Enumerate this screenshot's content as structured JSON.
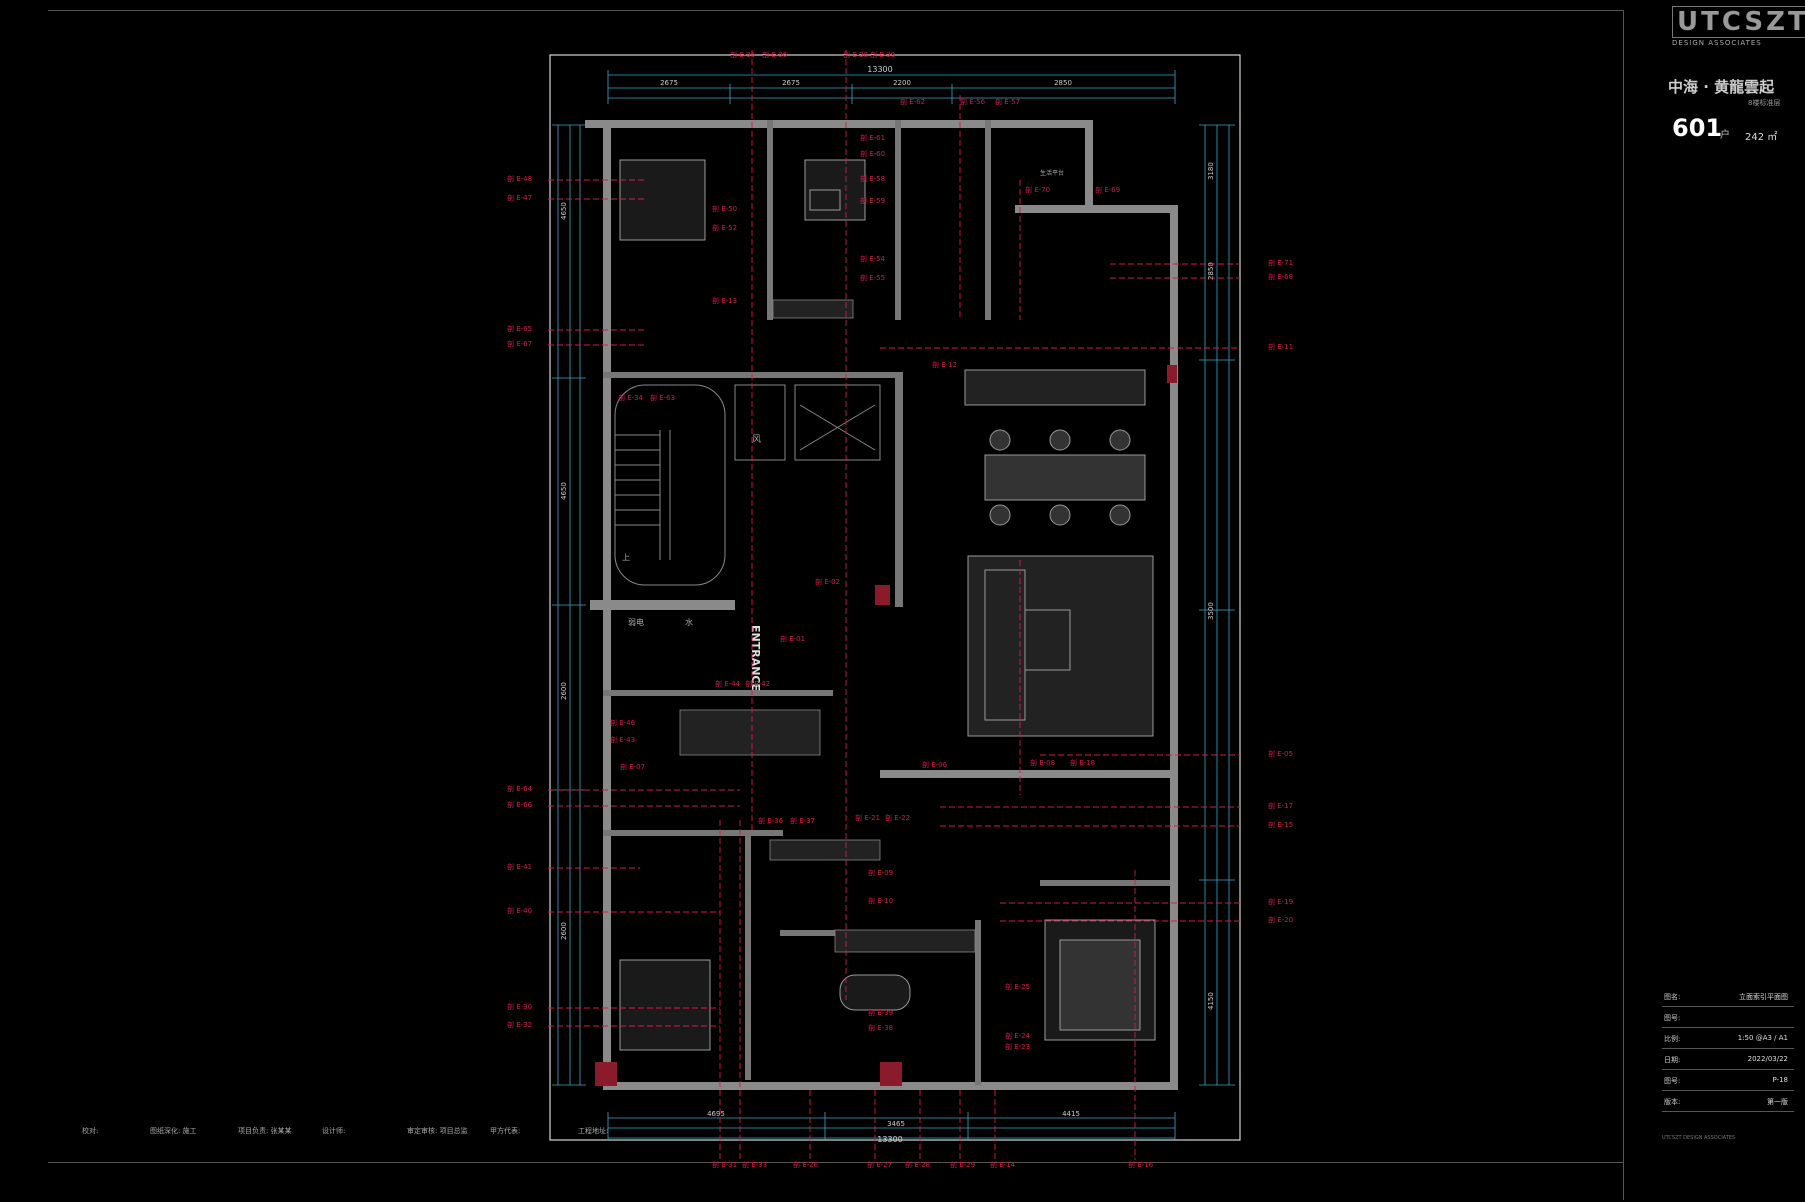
{
  "header": {
    "logo_text": "UTCSZT",
    "logo_sub": "DESIGN ASSOCIATES",
    "project_title": "中海 · 黄龍雲起",
    "project_sub": "8楼标准层",
    "unit_number": "601",
    "unit_suffix": "户",
    "area": "242 ㎡"
  },
  "plan": {
    "overall_dim": "13300",
    "stair_up": "上",
    "shaft_wind": "风",
    "room_weak": "弱电",
    "room_water": "水",
    "entrance_label": "ENTRANCE",
    "balcony_label": "生活平台",
    "top_dims": [
      "2675",
      "2675",
      "2200",
      "2850"
    ],
    "bottom_dims": [
      "4695",
      "3465",
      "4415"
    ],
    "left_dims": [
      "4650",
      "4650",
      "2600",
      "2600"
    ],
    "right_dims": [
      "3180",
      "2850",
      "3500",
      "4150"
    ]
  },
  "section_tags": {
    "top": [
      "剖 E-35",
      "剖 E-36",
      "剖 E-38",
      "剖 E-39"
    ],
    "left": [
      "剖 E-48",
      "剖 E-47",
      "剖 E-65",
      "剖 E-67",
      "剖 E-64",
      "剖 E-66",
      "剖 E-41",
      "剖 E-40",
      "剖 E-30",
      "剖 E-32"
    ],
    "right": [
      "剖 E-71",
      "剖 E-68",
      "剖 E-11",
      "剖 E-05",
      "剖 E-17",
      "剖 E-15",
      "剖 E-19",
      "剖 E-20"
    ],
    "bottom": [
      "剖 E-31",
      "剖 E-33",
      "剖 E-26",
      "剖 E-27",
      "剖 E-28",
      "剖 E-29",
      "剖 E-14",
      "剖 E-16"
    ],
    "inner": [
      "剖 E-62",
      "剖 E-56",
      "剖 E-57",
      "剖 E-61",
      "剖 E-60",
      "剖 E-58",
      "剖 E-59",
      "剖 E-50",
      "剖 E-52",
      "剖 E-54",
      "剖 E-55",
      "剖 E-70",
      "剖 E-69",
      "剖 E-13",
      "剖 E-12",
      "剖 E-34",
      "剖 E-63",
      "剖 E-02",
      "剖 E-01",
      "剖 E-44",
      "剖 E-42",
      "剖 E-46",
      "剖 E-43",
      "剖 E-07",
      "剖 E-06",
      "剖 E-18",
      "剖 E-08",
      "剖 E-36",
      "剖 E-37",
      "剖 E-21",
      "剖 E-22",
      "剖 E-25",
      "剖 E-24",
      "剖 E-23",
      "剖 E-39",
      "剖 E-38",
      "剖 E-09",
      "剖 E-10"
    ]
  },
  "title_block": {
    "rows": [
      {
        "label": "图名:",
        "value": "立面索引平面图"
      },
      {
        "label": "图号:",
        "value": ""
      },
      {
        "label": "比例:",
        "value": "1:50 @A3 / A1"
      },
      {
        "label": "日期:",
        "value": "2022/03/22"
      },
      {
        "label": "图号:",
        "value": "P-18"
      },
      {
        "label": "版本:",
        "value": "第一版"
      }
    ]
  },
  "bottom_bar": {
    "items": [
      {
        "label": "校对:",
        "value": ""
      },
      {
        "label": "图纸深化:",
        "value": "施工"
      },
      {
        "label": "项目负责:",
        "value": "张某某"
      },
      {
        "label": "设计师:",
        "value": ""
      },
      {
        "label": "审定审核:",
        "value": "项目总监"
      },
      {
        "label": "甲方代表:",
        "value": ""
      },
      {
        "label": "工程地址:",
        "value": ""
      }
    ]
  },
  "company_block": "UTCSZT DESIGN ASSOCIATES",
  "colors": {
    "wall": "#8a8a8a",
    "section_red": "#d6194b",
    "dim_cyan": "#3aa7c4",
    "frame": "#ffffff",
    "background": "#000000"
  }
}
